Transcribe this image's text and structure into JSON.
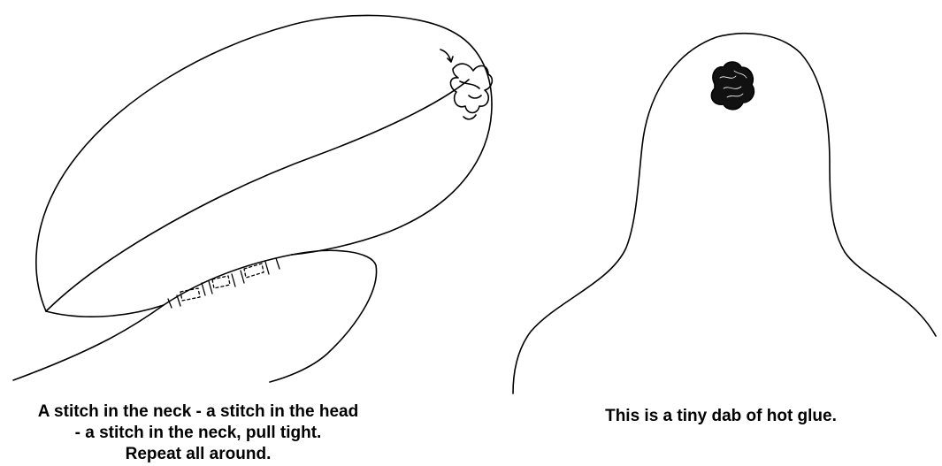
{
  "left_panel": {
    "caption_lines": [
      "A stitch in the neck - a stitch in the head",
      "- a stitch in the neck, pull tight.",
      "Repeat all around."
    ]
  },
  "right_panel": {
    "caption": "This is a tiny dab of hot glue."
  },
  "colors": {
    "line": "#000000",
    "background": "#ffffff"
  }
}
